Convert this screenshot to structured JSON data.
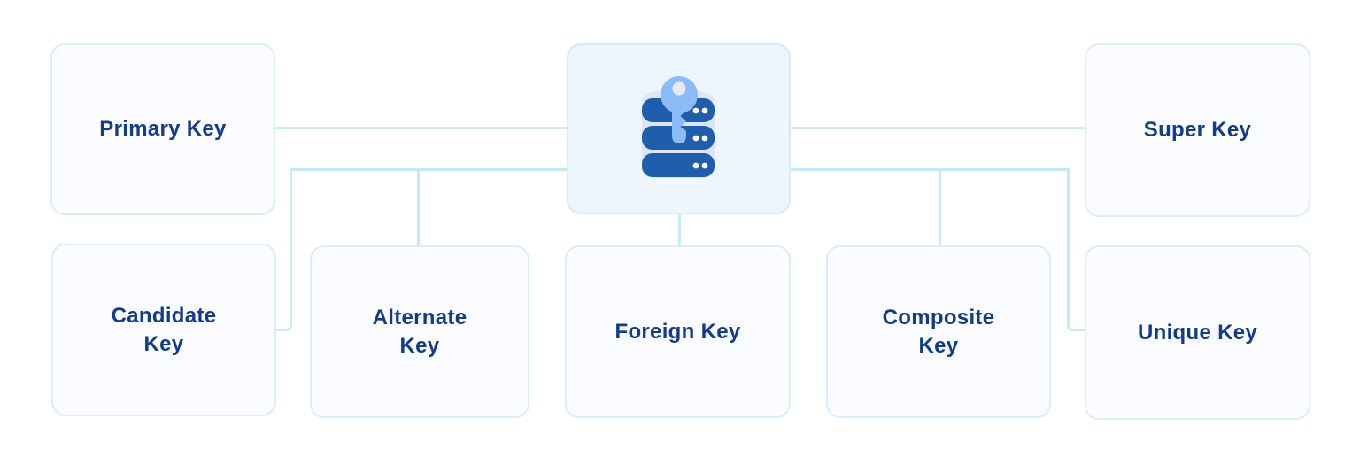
{
  "diagram": {
    "nodes": {
      "primary": {
        "label": "Primary Key"
      },
      "super": {
        "label": "Super Key"
      },
      "candidate": {
        "label": "Candidate\nKey"
      },
      "alternate": {
        "label": "Alternate\nKey"
      },
      "foreign": {
        "label": "Foreign Key"
      },
      "composite": {
        "label": "Composite\nKey"
      },
      "unique": {
        "label": "Unique Key"
      }
    },
    "center_icon": "database-with-key-icon",
    "colors": {
      "label_text": "#123a8d",
      "box_fill": "#fafcff",
      "box_border": "#d9edfc",
      "center_box_fill": "#eef6fd",
      "connector": "#c9e8fb",
      "database_blue": "#1f5dad",
      "database_rim_light": "#dde6f7",
      "key_blue": "#8cbcf8",
      "key_hole": "#e9eaf0",
      "dot_white": "#ffffff"
    }
  }
}
